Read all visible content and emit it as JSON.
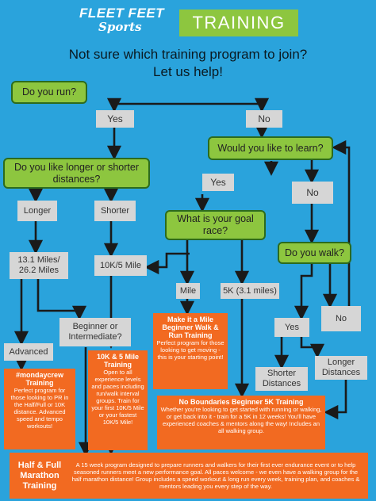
{
  "brand": {
    "logo_line1": "FLEET FEET",
    "logo_line2": "Sports",
    "training": "TRAINING"
  },
  "heading": {
    "line1": "Not sure which training program to join?",
    "line2": "Let us help!"
  },
  "questions": {
    "do_you_run": "Do you run?",
    "learn": "Would you like to learn?",
    "distance": "Do you like longer or shorter distances?",
    "goal_race": "What is your goal race?",
    "walk": "Do you walk?"
  },
  "options": {
    "run_yes": "Yes",
    "run_no": "No",
    "learn_yes": "Yes",
    "learn_no": "No",
    "longer": "Longer",
    "shorter": "Shorter",
    "half_full": "13.1 Miles/ 26.2 Miles",
    "tenk": "10K/5 Mile",
    "mile": "Mile",
    "fivek": "5K (3.1 miles)",
    "beginner": "Beginner or Intermediate?",
    "advanced": "Advanced",
    "walk_yes": "Yes",
    "walk_no": "No",
    "shorter_distances": "Shorter Distances",
    "longer_distances": "Longer Distances"
  },
  "programs": {
    "monday": {
      "title": "#mondaycrew Training",
      "body": "Perfect program for those looking to PR in the Half/Full or 10K distance. Advanced speed and tempo workouts!"
    },
    "tenk": {
      "title": "10K & 5 Mile Training",
      "body": "Open to all experience levels and paces including run/walk interval groups. Train for your first 10K/5 Mile or your fastest 10K/5 Mile!"
    },
    "mile": {
      "title": "Make it a Mile Beginner Walk & Run Training",
      "body": "Perfect program for those looking to get moving - this is your starting point!"
    },
    "nb5k": {
      "title": "No Boundaries Beginner 5K Training",
      "body": "Whether you're looking to get started with running or walking, or get back into it - train for a 5K in 12 weeks! You'll have experienced coaches & mentors along the way! Includes an all walking group."
    },
    "half_full": {
      "title": "Half & Full Marathon Training",
      "body": "A 15 week program designed to prepare runners and walkers for their first ever endurance event or to help seasoned runners meet a new performance goal. All paces welcome - we even have a walking group for the half marathon distance! Group includes a speed workout & long run every week, training plan, and coaches & mentors leading you every step of the way."
    }
  },
  "colors": {
    "background": "#2aa3dc",
    "green": "#8dc63f",
    "orange": "#f26a21",
    "grey": "#d6d6d6",
    "arrow": "#1a1a1a"
  }
}
